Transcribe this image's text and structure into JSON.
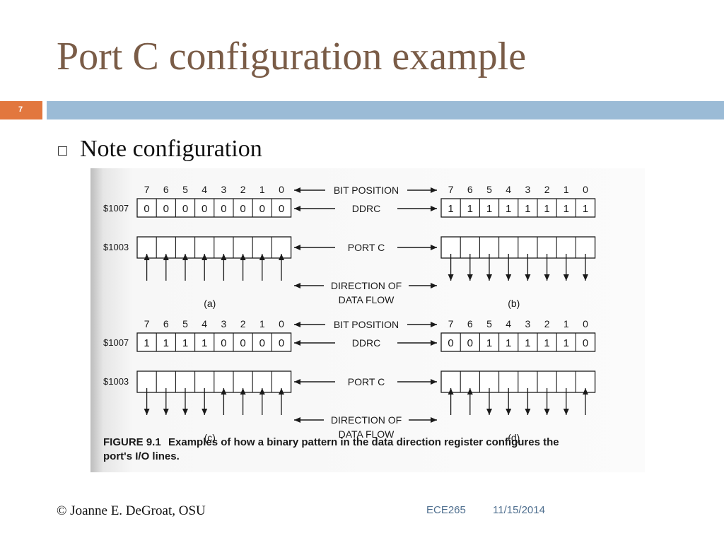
{
  "slide": {
    "title": "Port C configuration example",
    "number": "7",
    "bullet": "Note configuration",
    "accent_color": "#e2773e",
    "bar_color": "#9bbbd6",
    "title_color": "#7a5c47"
  },
  "figure": {
    "bit_labels": [
      "7",
      "6",
      "5",
      "4",
      "3",
      "2",
      "1",
      "0"
    ],
    "center_labels": {
      "bit_position": "BIT POSITION",
      "ddrc": "DDRC",
      "port_c": "PORT C",
      "direction_1": "DIRECTION OF",
      "direction_2": "DATA FLOW"
    },
    "addresses": {
      "ddrc": "$1007",
      "portc": "$1003"
    },
    "panels": [
      {
        "label": "(a)",
        "ddrc": [
          "0",
          "0",
          "0",
          "0",
          "0",
          "0",
          "0",
          "0"
        ]
      },
      {
        "label": "(b)",
        "ddrc": [
          "1",
          "1",
          "1",
          "1",
          "1",
          "1",
          "1",
          "1"
        ]
      },
      {
        "label": "(c)",
        "ddrc": [
          "1",
          "1",
          "1",
          "1",
          "0",
          "0",
          "0",
          "0"
        ]
      },
      {
        "label": "(d)",
        "ddrc": [
          "0",
          "0",
          "1",
          "1",
          "1",
          "1",
          "1",
          "0"
        ]
      }
    ],
    "caption_label": "FIGURE 9.1",
    "caption_line1": "Examples of how a binary pattern in the data direction register configures the",
    "caption_line2": "port's I/O lines."
  },
  "footer": {
    "copyright": "© Joanne E. DeGroat, OSU",
    "course": "ECE265",
    "date": "11/15/2014"
  }
}
